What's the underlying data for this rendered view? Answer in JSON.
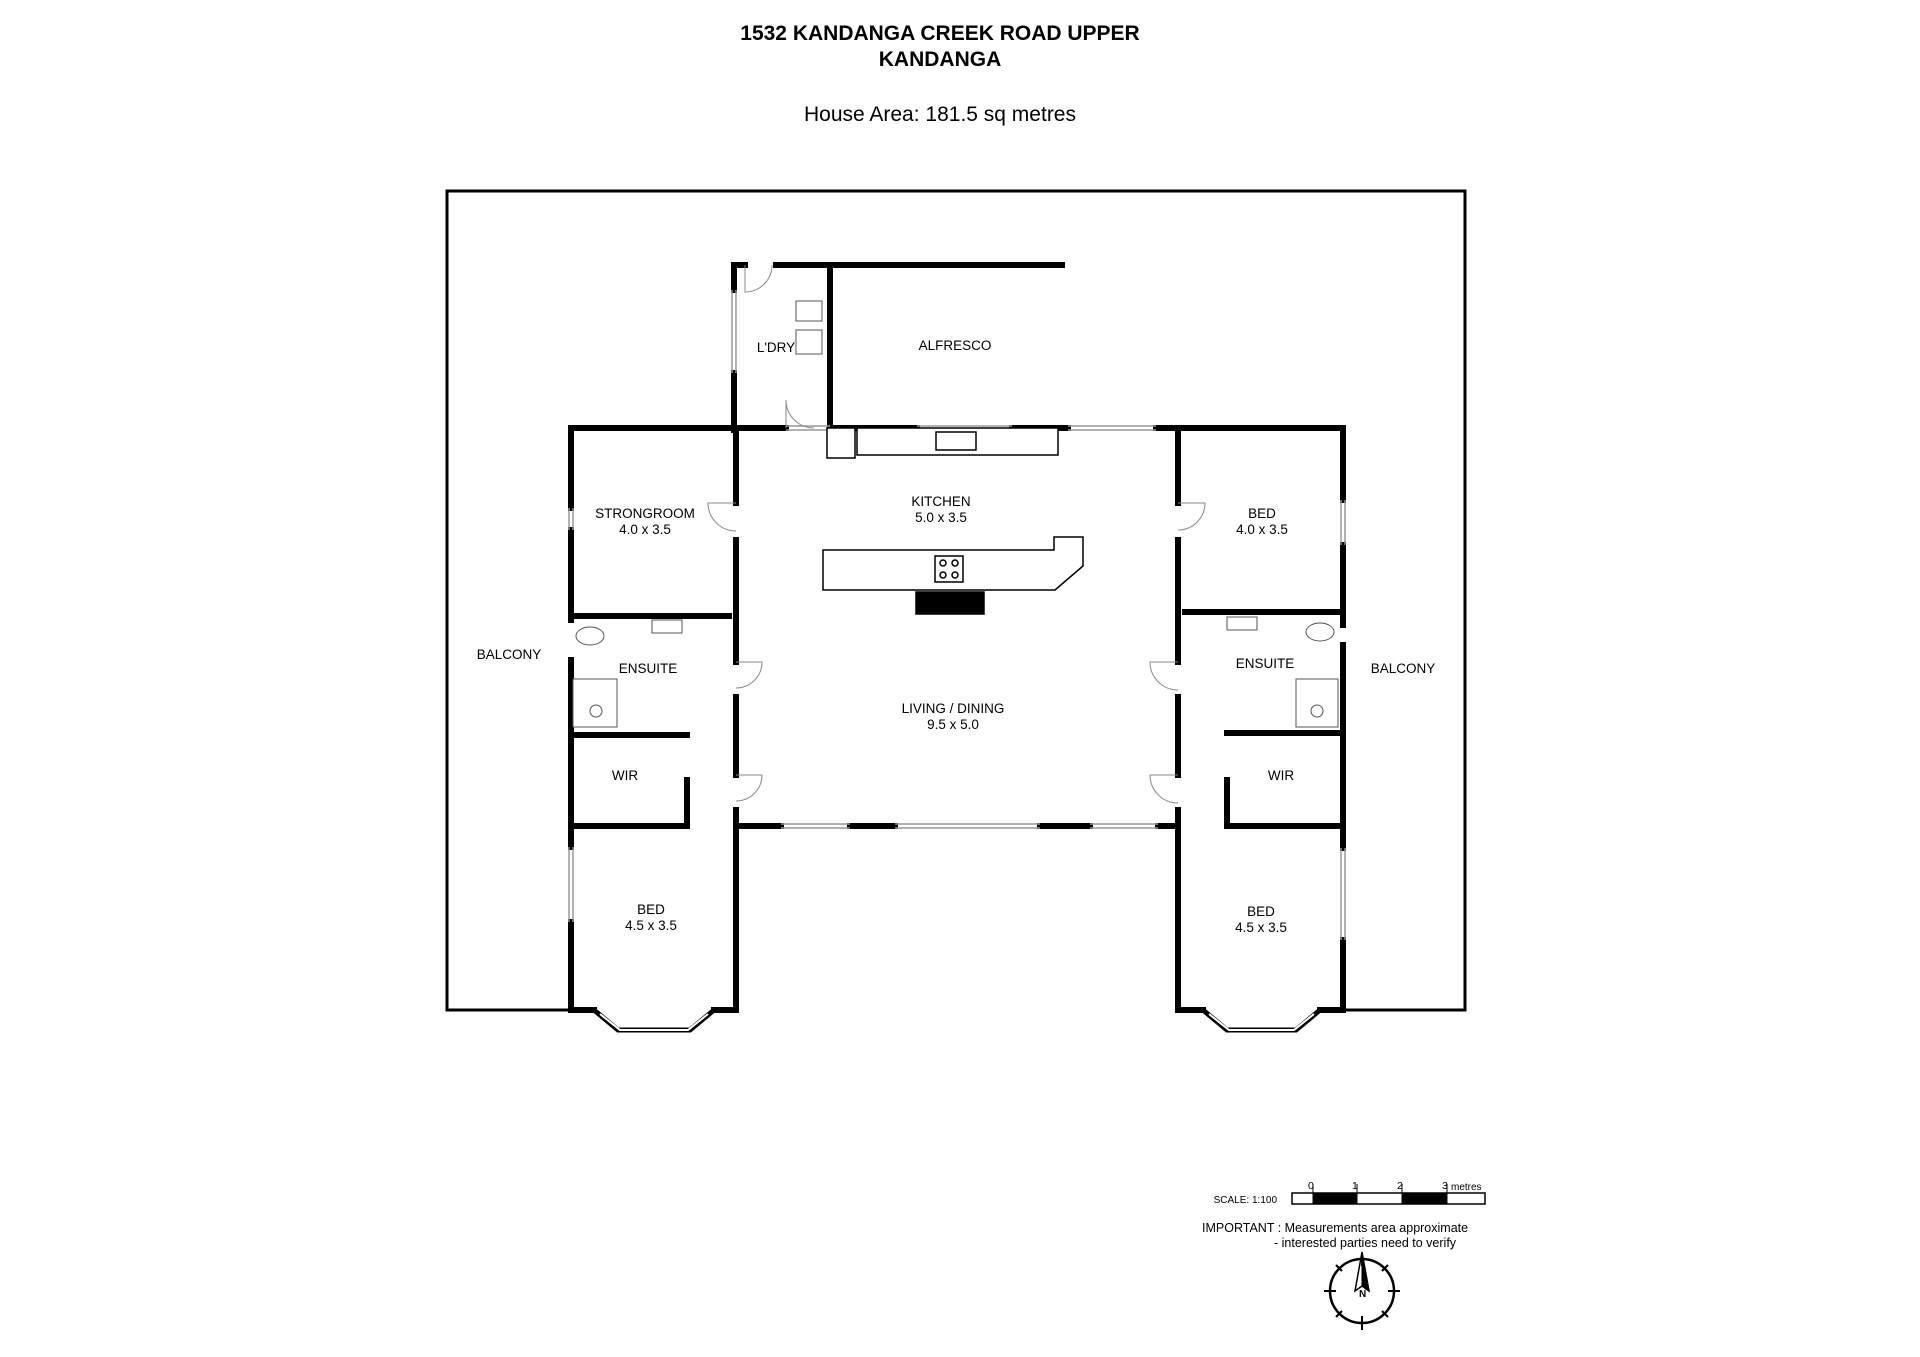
{
  "header": {
    "title_line1": "1532 KANDANGA CREEK ROAD UPPER",
    "title_line2": "KANDANGA",
    "house_area": "House Area: 181.5 sq metres"
  },
  "rooms": {
    "alfresco": "ALFRESCO",
    "laundry": "L'DRY",
    "kitchen_name": "KITCHEN",
    "kitchen_size": "5.0 x 3.5",
    "strongroom_name": "STRONGROOM",
    "strongroom_size": "4.0 x 3.5",
    "bed_ne_name": "BED",
    "bed_ne_size": "4.0 x 3.5",
    "balcony_west": "BALCONY",
    "balcony_east": "BALCONY",
    "ensuite_west": "ENSUITE",
    "ensuite_east": "ENSUITE",
    "living_name": "LIVING / DINING",
    "living_size": "9.5 x 5.0",
    "wir_west": "WIR",
    "wir_east": "WIR",
    "bed_sw_name": "BED",
    "bed_sw_size": "4.5 x 3.5",
    "bed_se_name": "BED",
    "bed_se_size": "4.5 x 3.5"
  },
  "scale": {
    "label": "SCALE: 1:100",
    "ticks": [
      "0",
      "1",
      "2",
      "3"
    ],
    "unit": "metres"
  },
  "notice": {
    "line1": "IMPORTANT : Measurements area approximate",
    "line2": "- interested parties need to verify"
  },
  "compass": {
    "north_label": "N"
  }
}
